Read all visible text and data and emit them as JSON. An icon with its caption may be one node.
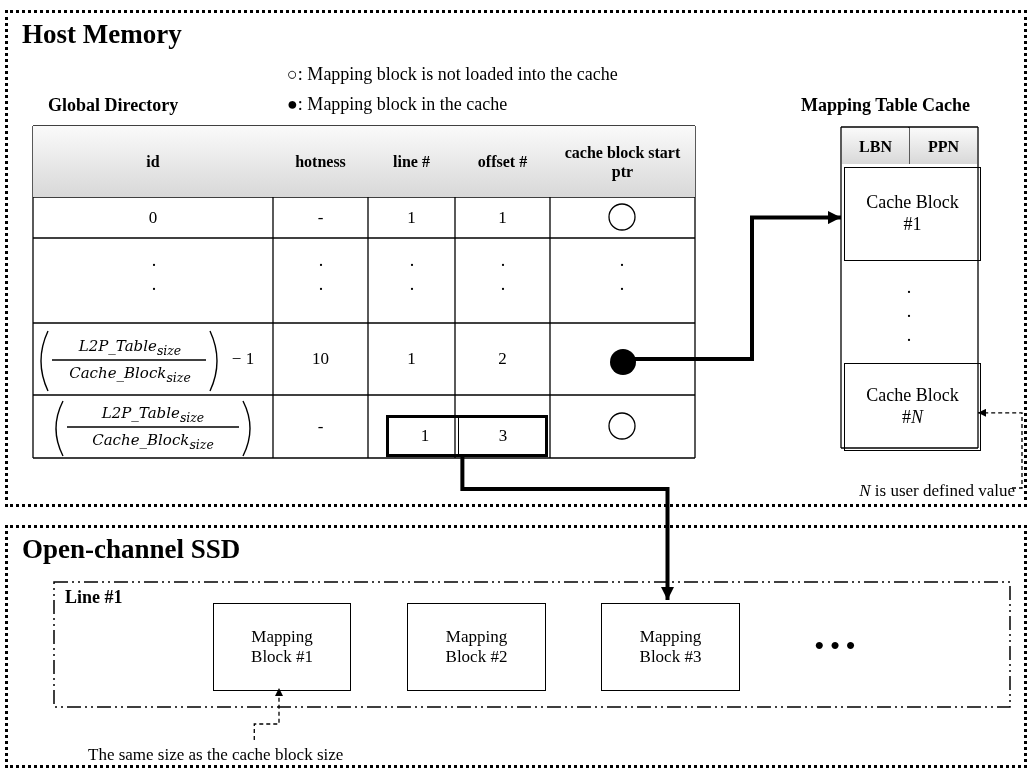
{
  "diagram": {
    "nodes": [
      {
        "text": [
          "Host Memory"
        ]
      },
      {
        "text": [
          "Global Directory"
        ],
        "in": 0
      },
      {
        "text": [],
        "shape": "circle",
        "in": 1
      },
      {
        "text": [
          "1",
          "3"
        ],
        "in": 1
      },
      {
        "text": [
          "Mapping Table Cache"
        ],
        "in": 0
      },
      {
        "text": [
          "Cache Block #1"
        ],
        "in": 4
      },
      {
        "text": [
          "Cache Block #*N*"
        ],
        "in": 4
      },
      {
        "text": [
          "*N* is user defined value"
        ],
        "in": 0
      },
      {
        "text": [
          "Open-channel SSD"
        ]
      },
      {
        "text": [
          "Line #1"
        ],
        "in": 8
      },
      {
        "text": [
          "Mapping Block #1"
        ],
        "in": 9
      },
      {
        "text": [
          "Mapping Block #2"
        ],
        "in": 9
      },
      {
        "text": [
          "Mapping Block #3"
        ],
        "in": 9
      },
      {
        "text": [
          "The same size as the cache block size"
        ],
        "in": 8
      }
    ],
    "edges": [
      {
        "from": 2,
        "to": 5,
        "arrow": "to",
        "style": "thick"
      },
      {
        "from": 3,
        "to": 12,
        "arrow": "to",
        "style": "thick"
      },
      {
        "from": 7,
        "to": 6,
        "arrow": "to",
        "style": "dashed"
      },
      {
        "from": 13,
        "to": 10,
        "arrow": "to",
        "style": "dashed"
      }
    ],
    "labels": [
      "○: Mapping block is not loaded into the cache",
      "●: Mapping block in the cache",
      "id",
      "hotness",
      "line #",
      "offset #",
      "cache block start ptr",
      "0",
      "-",
      "1",
      "1",
      ". .",
      ". .",
      ". .",
      ". .",
      ". .",
      "L2P_Table$_{size}$",
      "Cache_Block$_{size}$",
      "− 1",
      "10",
      "1",
      "2",
      "L2P_Table$_{size}$",
      "Cache_Block$_{size}$",
      "-",
      "LBN",
      "PPN",
      ". . .",
      "• • •"
    ]
  }
}
